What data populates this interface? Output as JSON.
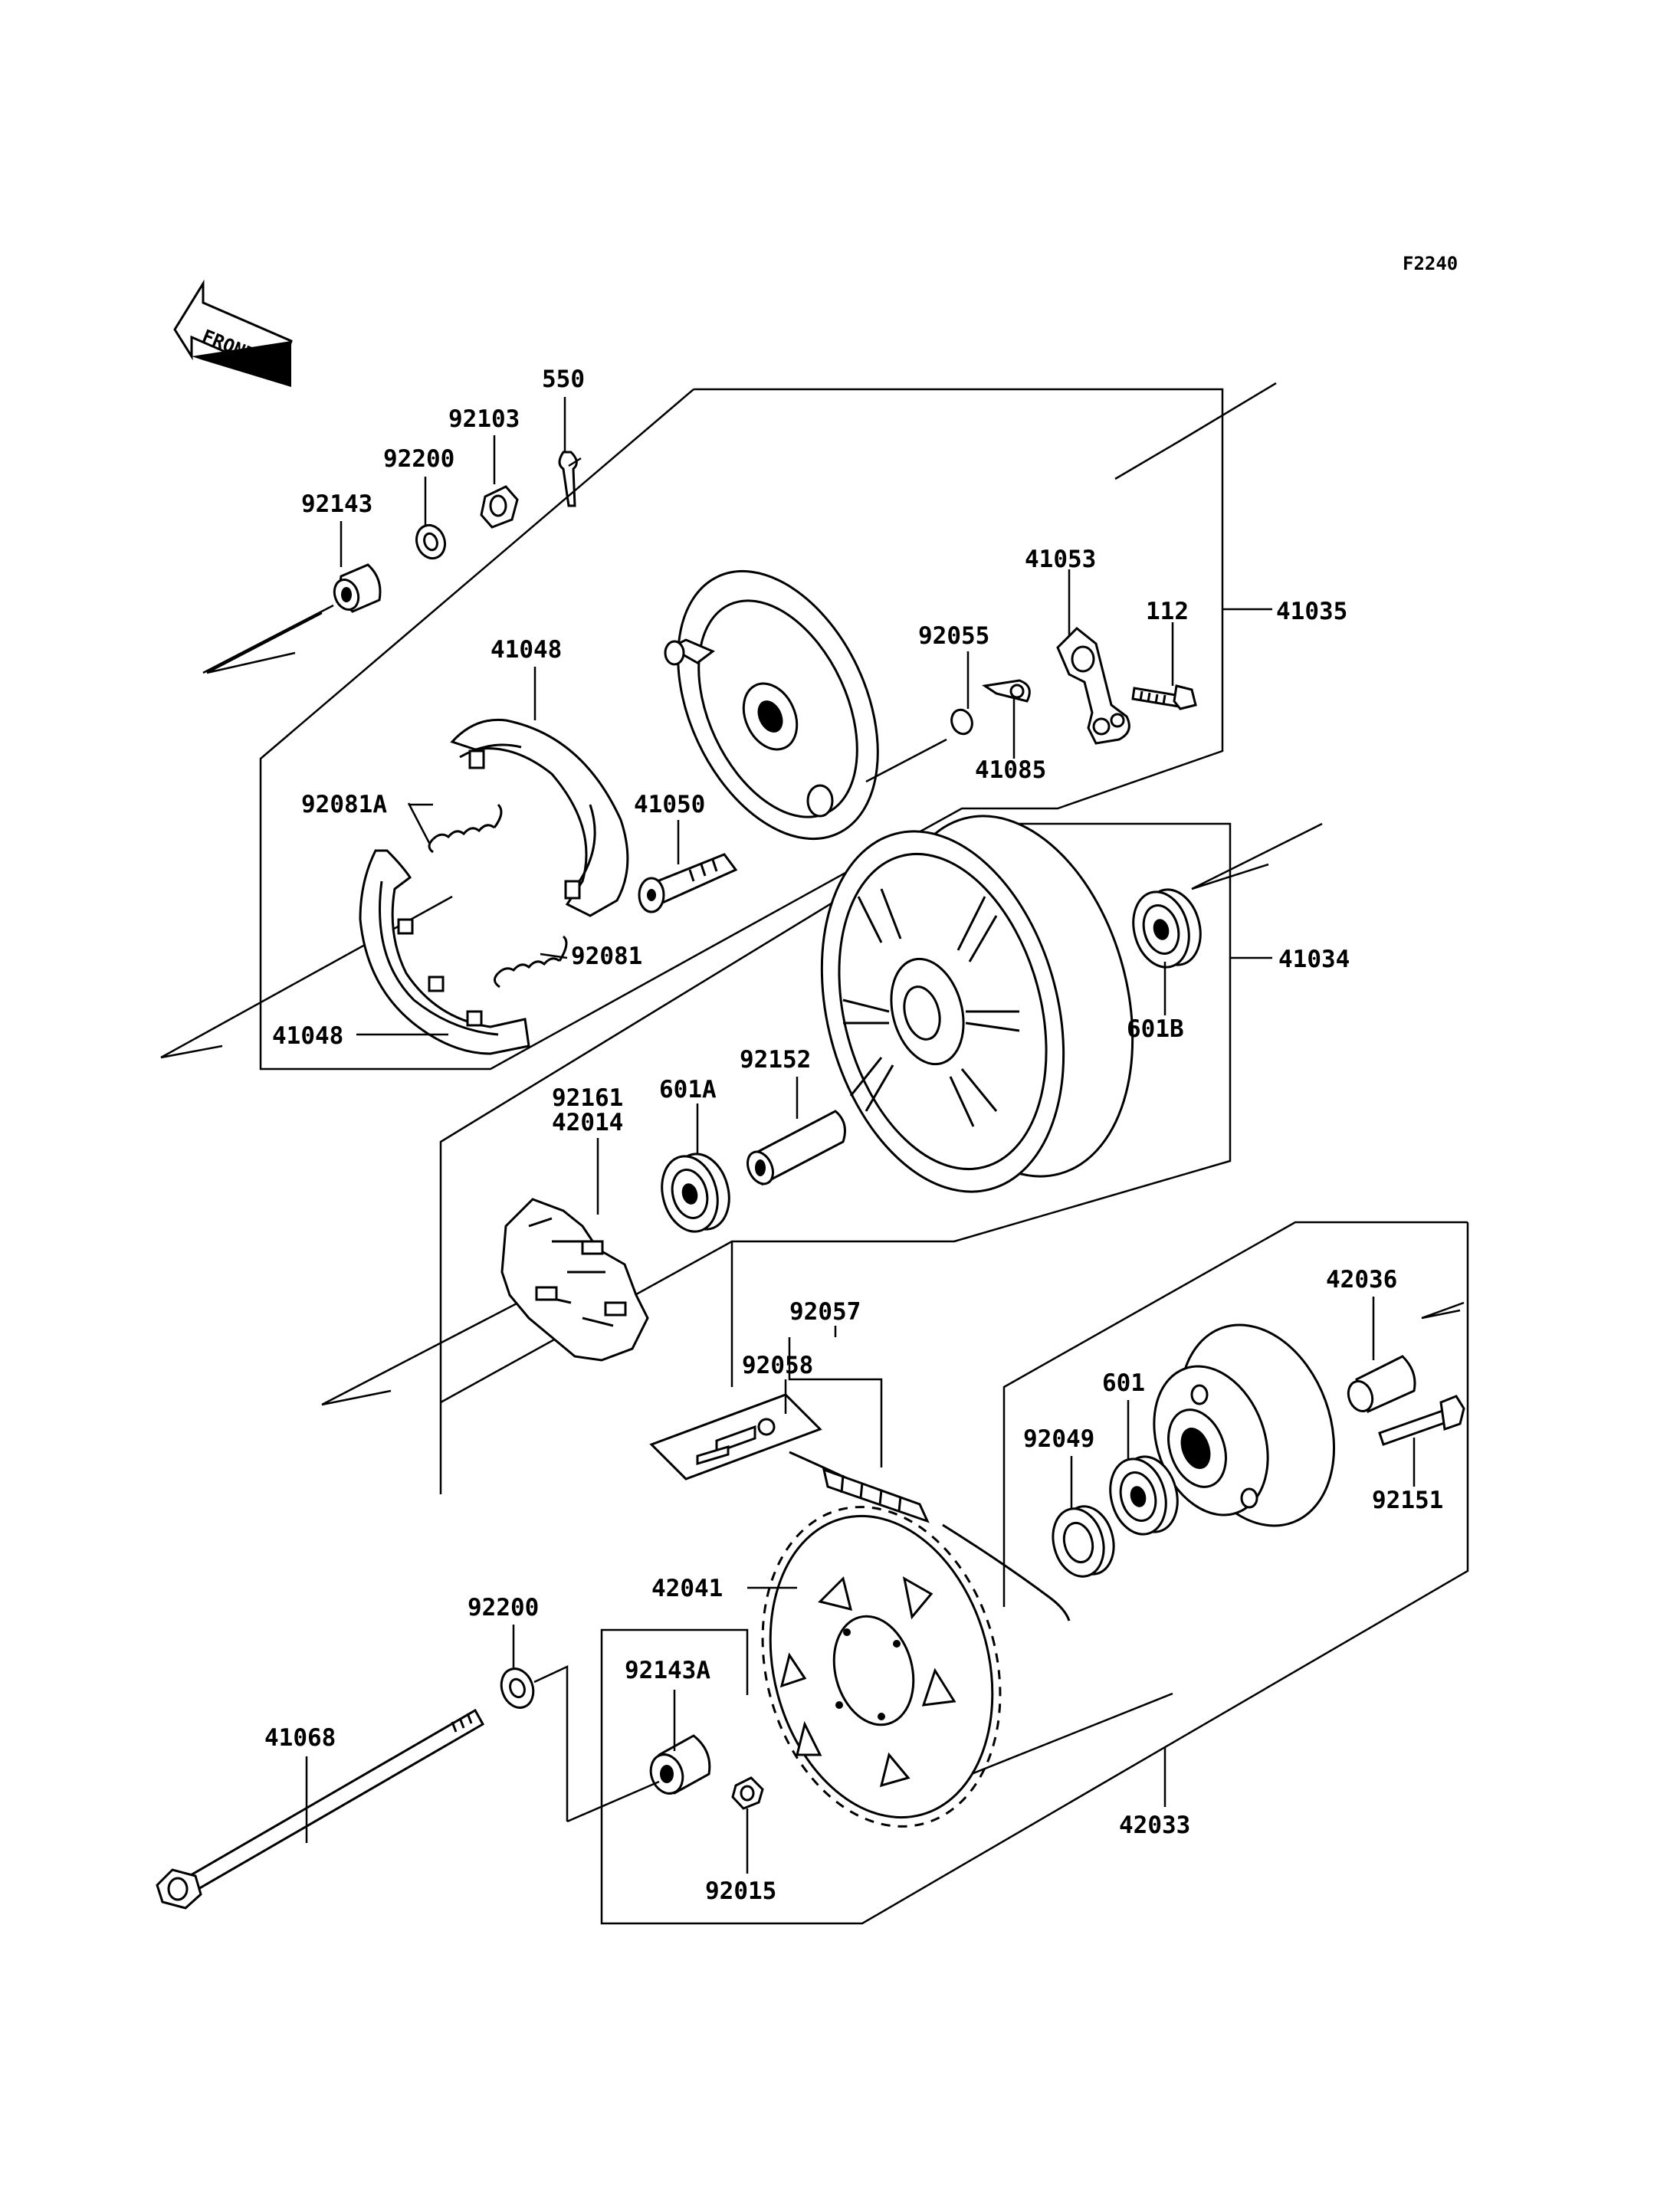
{
  "figure_code": "F2240",
  "front_marker": "FRONT",
  "labels": {
    "l550": "550",
    "l92103": "92103",
    "l92200_top": "92200",
    "l92143": "92143",
    "l41048_top": "41048",
    "l92081A": "92081A",
    "l41050": "41050",
    "l92081": "92081",
    "l41048_bot": "41048",
    "l41053": "41053",
    "l112": "112",
    "l41035": "41035",
    "l92055": "92055",
    "l41085": "41085",
    "l41034": "41034",
    "l601B": "601B",
    "l92161": "92161",
    "l42014": "42014",
    "l601A": "601A",
    "l92152": "92152",
    "l92057": "92057",
    "l92058": "92058",
    "l42036": "42036",
    "l601": "601",
    "l92049": "92049",
    "l92151": "92151",
    "l42041": "42041",
    "l92200_bot": "92200",
    "l92143A": "92143A",
    "l41068": "41068",
    "l92015": "92015",
    "l42033": "42033"
  }
}
